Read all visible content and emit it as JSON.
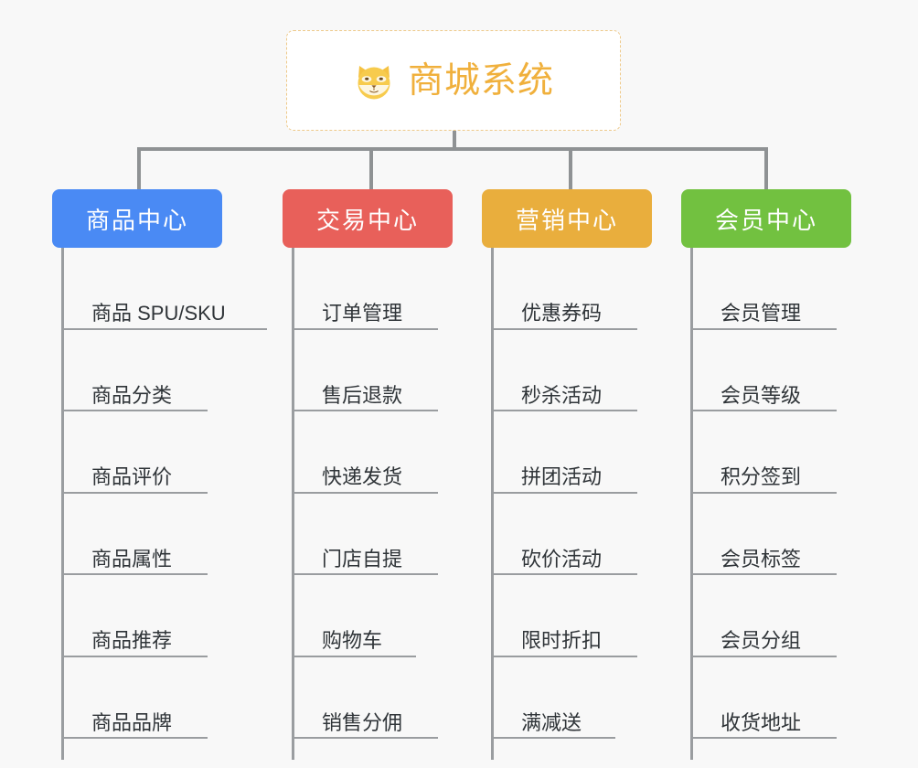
{
  "root": {
    "title": "商城系统",
    "icon": "shiba-dog-face-icon",
    "border_color": "#eec98a",
    "text_color": "#f0b03c"
  },
  "connector": {
    "color": "#8f9294"
  },
  "branches": [
    {
      "id": "product-center",
      "label": "商品中心",
      "color": "#4a8af4",
      "items": [
        "商品 SPU/SKU",
        "商品分类",
        "商品评价",
        "商品属性",
        "商品推荐",
        "商品品牌"
      ]
    },
    {
      "id": "trade-center",
      "label": "交易中心",
      "color": "#e8605a",
      "items": [
        "订单管理",
        "售后退款",
        "快递发货",
        "门店自提",
        "购物车",
        "销售分佣"
      ]
    },
    {
      "id": "marketing-center",
      "label": "营销中心",
      "color": "#e9ae3d",
      "items": [
        "优惠券码",
        "秒杀活动",
        "拼团活动",
        "砍价活动",
        "限时折扣",
        "满减送"
      ]
    },
    {
      "id": "member-center",
      "label": "会员中心",
      "color": "#72c140",
      "items": [
        "会员管理",
        "会员等级",
        "积分签到",
        "会员标签",
        "会员分组",
        "收货地址"
      ]
    }
  ]
}
